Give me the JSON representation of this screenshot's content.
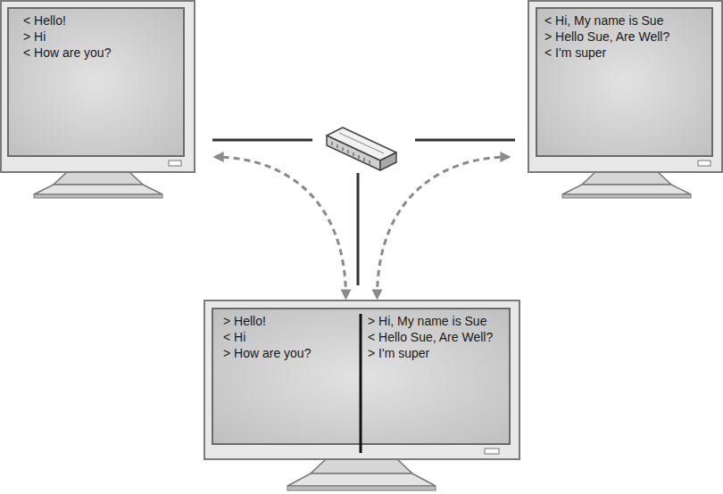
{
  "diagram": {
    "nodes": [
      {
        "text": [
          "< Hello!",
          "> Hi",
          "< How are you?"
        ]
      },
      {
        "text": [
          "< Hi, My name is Sue",
          "> Hello Sue, Are Well?",
          "< I'm super"
        ]
      },
      {
        "text": [
          "> Hello!",
          "< Hi",
          "> How are you?",
          "> Hi, My name is Sue",
          "< Hello Sue, Are Well?",
          "> I'm super"
        ]
      }
    ],
    "edges": [
      {
        "from": 2,
        "to": 0,
        "arrow": "both"
      },
      {
        "from": 2,
        "to": 1,
        "arrow": "both"
      }
    ]
  }
}
